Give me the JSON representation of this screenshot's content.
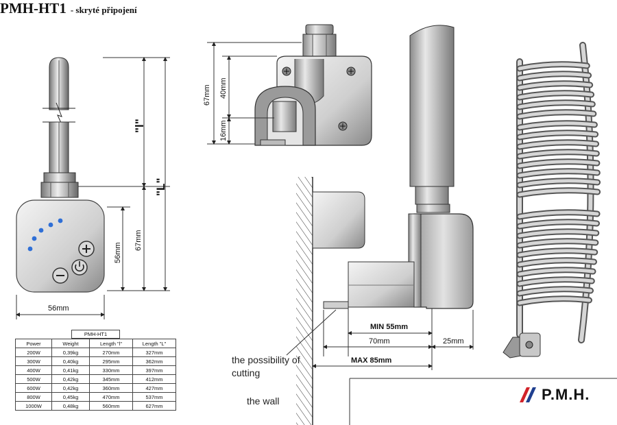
{
  "header": {
    "model": "PMH-HT1",
    "subtitle": "-  skryté připojení"
  },
  "front_view": {
    "dim_width": "56mm",
    "dim_56": "56mm",
    "dim_67": "67mm",
    "dim_l_small": "\"l\"",
    "dim_L_big": "\"L\""
  },
  "top_view": {
    "dim_67": "67mm",
    "dim_40": "40mm",
    "dim_16": "16mm"
  },
  "side_view": {
    "min": "MIN 55mm",
    "d70": "70mm",
    "d25": "25mm",
    "max": "MAX 85mm",
    "note_cutting": "the possibility of cutting",
    "note_wall": "the wall"
  },
  "table": {
    "caption": "PMH-HT1",
    "headers": [
      "Power",
      "Weight",
      "Length \"l\"",
      "Length \"L\""
    ],
    "rows": [
      [
        "200W",
        "0,39kg",
        "270mm",
        "327mm"
      ],
      [
        "300W",
        "0,40kg",
        "295mm",
        "362mm"
      ],
      [
        "400W",
        "0,41kg",
        "330mm",
        "397mm"
      ],
      [
        "500W",
        "0,42kg",
        "345mm",
        "412mm"
      ],
      [
        "600W",
        "0,42kg",
        "360mm",
        "427mm"
      ],
      [
        "800W",
        "0,45kg",
        "470mm",
        "537mm"
      ],
      [
        "1000W",
        "0,48kg",
        "560mm",
        "627mm"
      ]
    ]
  },
  "brand": {
    "name": "P.M.H.",
    "accent": "#1f3f8f",
    "red": "#d2232a"
  },
  "colors": {
    "metal_light": "#e6e6e6",
    "metal_mid": "#b9b9b9",
    "metal_dark": "#6f6f6f",
    "led_blue": "#2f6fd6"
  }
}
